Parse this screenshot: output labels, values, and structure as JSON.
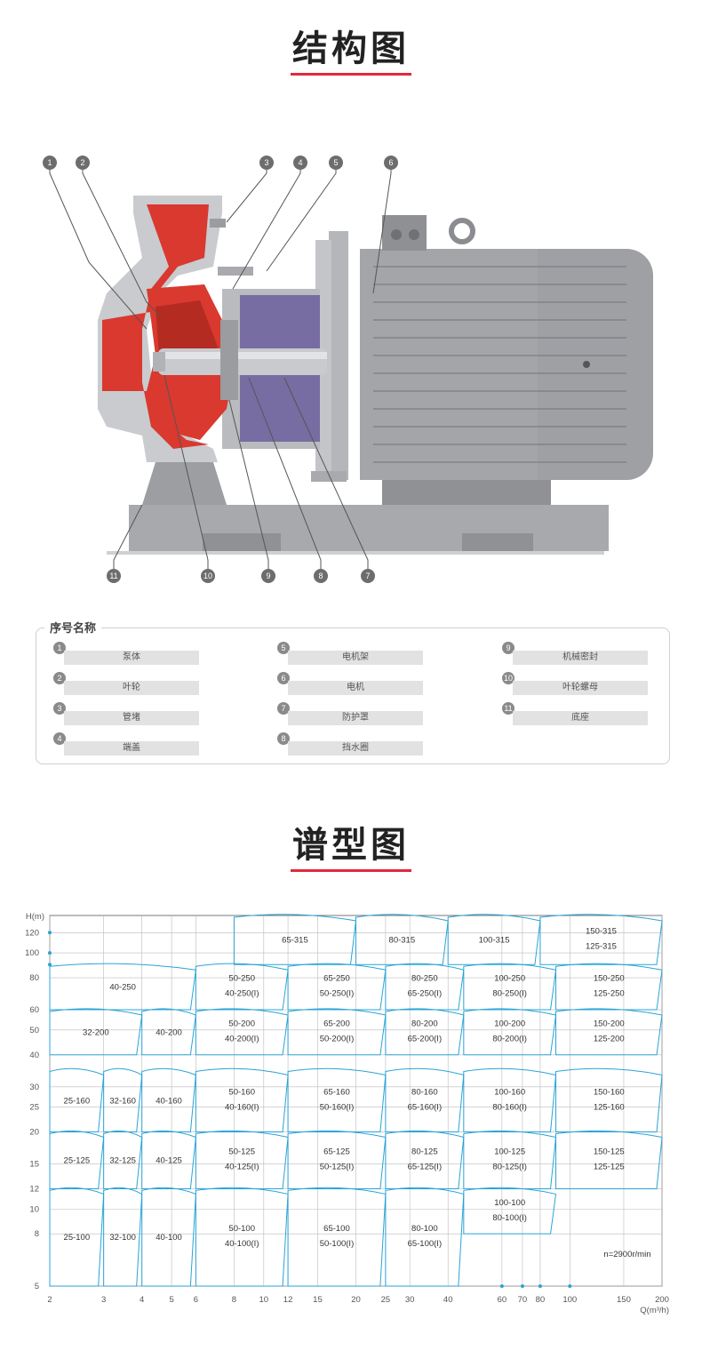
{
  "structure": {
    "title": "结构图",
    "callouts": [
      "1",
      "2",
      "3",
      "4",
      "5",
      "6",
      "7",
      "8",
      "9",
      "10",
      "11"
    ],
    "legend_heading": "序号名称",
    "legend": [
      {
        "num": "1",
        "label": "泵体"
      },
      {
        "num": "2",
        "label": "叶轮"
      },
      {
        "num": "3",
        "label": "管堵"
      },
      {
        "num": "4",
        "label": "端盖"
      },
      {
        "num": "5",
        "label": "电机架"
      },
      {
        "num": "6",
        "label": "电机"
      },
      {
        "num": "7",
        "label": "防护罩"
      },
      {
        "num": "8",
        "label": "挡水圈"
      },
      {
        "num": "9",
        "label": "机械密封"
      },
      {
        "num": "10",
        "label": "叶轮螺母"
      },
      {
        "num": "11",
        "label": "底座"
      }
    ],
    "colors": {
      "wet_parts": "#d9392f",
      "seal_area": "#6b5f9e",
      "motor": "#9ea0a4",
      "base": "#a7a9ac"
    }
  },
  "spectrum": {
    "title": "谱型图",
    "chart_data": {
      "type": "diagram",
      "x_axis_label": "Q(m³/h)",
      "y_axis_label": "H(m)",
      "x_scale": "log",
      "y_scale": "log",
      "x_ticks": [
        2,
        3,
        4,
        5,
        6,
        8,
        10,
        12,
        15,
        20,
        25,
        30,
        40,
        60,
        70,
        80,
        100,
        150,
        200
      ],
      "y_ticks": [
        5,
        8,
        10,
        12,
        15,
        20,
        25,
        30,
        40,
        50,
        60,
        80,
        100,
        120
      ],
      "speed_note": "n=2900r/min",
      "rows": [
        [
          {
            "m": [
              "65-315"
            ],
            "x": [
              8,
              20
            ],
            "y": [
              90,
              140
            ]
          },
          {
            "m": [
              "80-315"
            ],
            "x": [
              20,
              40
            ],
            "y": [
              90,
              140
            ]
          },
          {
            "m": [
              "100-315"
            ],
            "x": [
              40,
              80
            ],
            "y": [
              90,
              140
            ]
          },
          {
            "m": [
              "150-315",
              "125-315"
            ],
            "x": [
              80,
              200
            ],
            "y": [
              90,
              140
            ]
          }
        ],
        [
          {
            "m": [
              "40-250"
            ],
            "x": [
              2,
              6
            ],
            "y": [
              60,
              90
            ]
          },
          {
            "m": [
              "50-250",
              "40-250(I)"
            ],
            "x": [
              6,
              12
            ],
            "y": [
              60,
              90
            ]
          },
          {
            "m": [
              "65-250",
              "50-250(I)"
            ],
            "x": [
              12,
              25
            ],
            "y": [
              60,
              90
            ]
          },
          {
            "m": [
              "80-250",
              "65-250(I)"
            ],
            "x": [
              25,
              45
            ],
            "y": [
              60,
              90
            ]
          },
          {
            "m": [
              "100-250",
              "80-250(I)"
            ],
            "x": [
              45,
              90
            ],
            "y": [
              60,
              90
            ]
          },
          {
            "m": [
              "150-250",
              "125-250"
            ],
            "x": [
              90,
              200
            ],
            "y": [
              60,
              90
            ]
          }
        ],
        [
          {
            "m": [
              "32-200"
            ],
            "x": [
              2,
              4
            ],
            "y": [
              40,
              60
            ]
          },
          {
            "m": [
              "40-200"
            ],
            "x": [
              4,
              6
            ],
            "y": [
              40,
              60
            ]
          },
          {
            "m": [
              "50-200",
              "40-200(I)"
            ],
            "x": [
              6,
              12
            ],
            "y": [
              40,
              60
            ]
          },
          {
            "m": [
              "65-200",
              "50-200(I)"
            ],
            "x": [
              12,
              25
            ],
            "y": [
              40,
              60
            ]
          },
          {
            "m": [
              "80-200",
              "65-200(I)"
            ],
            "x": [
              25,
              45
            ],
            "y": [
              40,
              60
            ]
          },
          {
            "m": [
              "100-200",
              "80-200(I)"
            ],
            "x": [
              45,
              90
            ],
            "y": [
              40,
              60
            ]
          },
          {
            "m": [
              "150-200",
              "125-200"
            ],
            "x": [
              90,
              200
            ],
            "y": [
              40,
              60
            ]
          }
        ],
        [
          {
            "m": [
              "25-160"
            ],
            "x": [
              2,
              3
            ],
            "y": [
              20,
              35
            ]
          },
          {
            "m": [
              "32-160"
            ],
            "x": [
              3,
              4
            ],
            "y": [
              20,
              35
            ]
          },
          {
            "m": [
              "40-160"
            ],
            "x": [
              4,
              6
            ],
            "y": [
              20,
              35
            ]
          },
          {
            "m": [
              "50-160",
              "40-160(I)"
            ],
            "x": [
              6,
              12
            ],
            "y": [
              20,
              35
            ]
          },
          {
            "m": [
              "65-160",
              "50-160(I)"
            ],
            "x": [
              12,
              25
            ],
            "y": [
              20,
              35
            ]
          },
          {
            "m": [
              "80-160",
              "65-160(I)"
            ],
            "x": [
              25,
              45
            ],
            "y": [
              20,
              35
            ]
          },
          {
            "m": [
              "100-160",
              "80-160(I)"
            ],
            "x": [
              45,
              90
            ],
            "y": [
              20,
              35
            ]
          },
          {
            "m": [
              "150-160",
              "125-160"
            ],
            "x": [
              90,
              200
            ],
            "y": [
              20,
              35
            ]
          }
        ],
        [
          {
            "m": [
              "25-125"
            ],
            "x": [
              2,
              3
            ],
            "y": [
              12,
              20
            ]
          },
          {
            "m": [
              "32-125"
            ],
            "x": [
              3,
              4
            ],
            "y": [
              12,
              20
            ]
          },
          {
            "m": [
              "40-125"
            ],
            "x": [
              4,
              6
            ],
            "y": [
              12,
              20
            ]
          },
          {
            "m": [
              "50-125",
              "40-125(I)"
            ],
            "x": [
              6,
              12
            ],
            "y": [
              12,
              20
            ]
          },
          {
            "m": [
              "65-125",
              "50-125(I)"
            ],
            "x": [
              12,
              25
            ],
            "y": [
              12,
              20
            ]
          },
          {
            "m": [
              "80-125",
              "65-125(I)"
            ],
            "x": [
              25,
              45
            ],
            "y": [
              12,
              20
            ]
          },
          {
            "m": [
              "100-125",
              "80-125(I)"
            ],
            "x": [
              45,
              90
            ],
            "y": [
              12,
              20
            ]
          },
          {
            "m": [
              "150-125",
              "125-125"
            ],
            "x": [
              90,
              200
            ],
            "y": [
              12,
              20
            ]
          }
        ],
        [
          {
            "m": [
              "25-100"
            ],
            "x": [
              2,
              3
            ],
            "y": [
              5,
              12
            ]
          },
          {
            "m": [
              "32-100"
            ],
            "x": [
              3,
              4
            ],
            "y": [
              5,
              12
            ]
          },
          {
            "m": [
              "40-100"
            ],
            "x": [
              4,
              6
            ],
            "y": [
              5,
              12
            ]
          },
          {
            "m": [
              "50-100",
              "40-100(I)"
            ],
            "x": [
              6,
              12
            ],
            "y": [
              5,
              12
            ]
          },
          {
            "m": [
              "65-100",
              "50-100(I)"
            ],
            "x": [
              12,
              25
            ],
            "y": [
              5,
              12
            ]
          },
          {
            "m": [
              "80-100",
              "65-100(I)"
            ],
            "x": [
              25,
              45
            ],
            "y": [
              5,
              12
            ]
          },
          {
            "m": [
              "100-100",
              "80-100(I)"
            ],
            "x": [
              45,
              90
            ],
            "y": [
              8,
              12
            ]
          }
        ]
      ],
      "line_color": "#29a3d6"
    }
  }
}
